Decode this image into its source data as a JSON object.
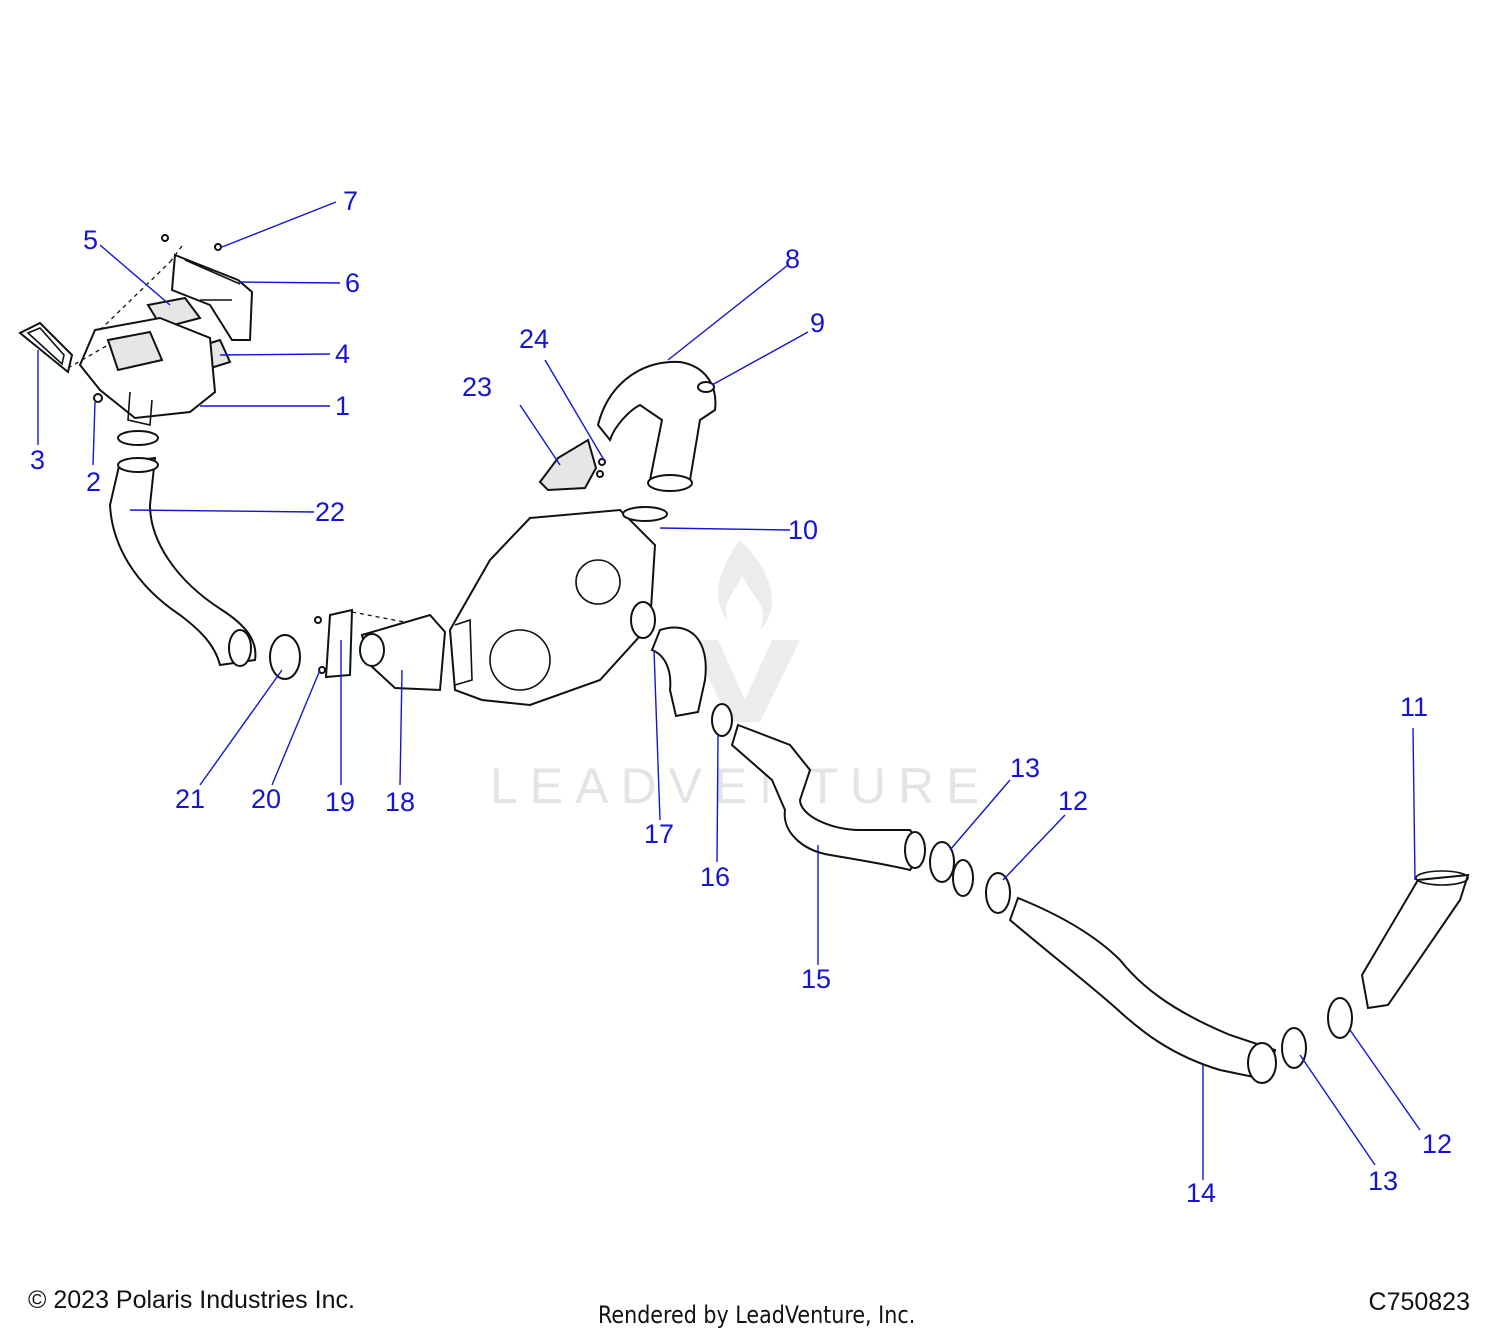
{
  "diagram": {
    "callouts": [
      "1",
      "2",
      "3",
      "4",
      "5",
      "6",
      "7",
      "8",
      "9",
      "10",
      "11",
      "12",
      "12",
      "13",
      "13",
      "14",
      "15",
      "16",
      "17",
      "18",
      "19",
      "20",
      "21",
      "22",
      "23",
      "24"
    ],
    "watermark": "LEADVENTURE"
  },
  "footer": {
    "copyright": "© 2023 Polaris Industries Inc.",
    "rendered_by": "Rendered by LeadVenture, Inc.",
    "drawing_id": "C750823"
  },
  "colors": {
    "callout": "#1414d2",
    "line_art": "#111111",
    "watermark": "#e4e4e4"
  }
}
